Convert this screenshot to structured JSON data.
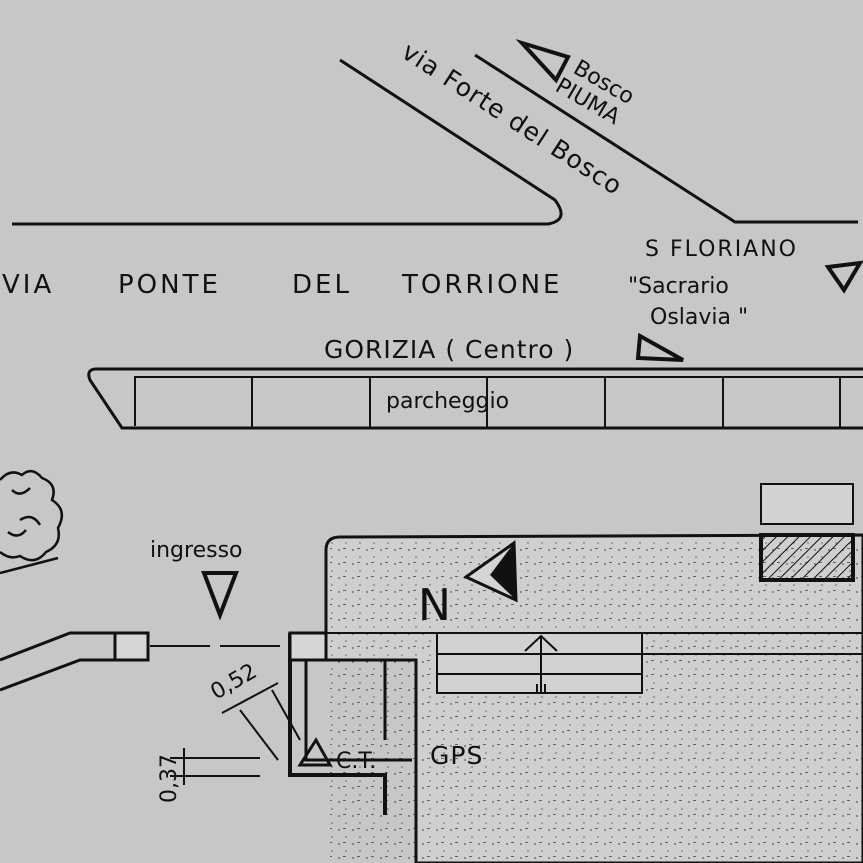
{
  "streets": {
    "main": [
      "VIA",
      "PONTE",
      "DEL",
      "TORRIONE"
    ],
    "diagonal": "via Forte del Bosco"
  },
  "directions": {
    "bosco": "Bosco",
    "piuma": "PIUMA",
    "s_floriano": "S FLORIANO",
    "sacrario": "\"Sacrario",
    "oslavia": "Oslavia \"",
    "gorizia": "GORIZIA ( Centro )"
  },
  "areas": {
    "parking": "parcheggio",
    "entrance": "ingresso",
    "north": "N",
    "ct": "C.T.",
    "gps": "GPS"
  },
  "dimensions": {
    "d1": "0,52",
    "d2": "0,37"
  },
  "colors": {
    "background": "#c7c7c7",
    "ink": "#111111",
    "paved": "#d2d2d2"
  }
}
